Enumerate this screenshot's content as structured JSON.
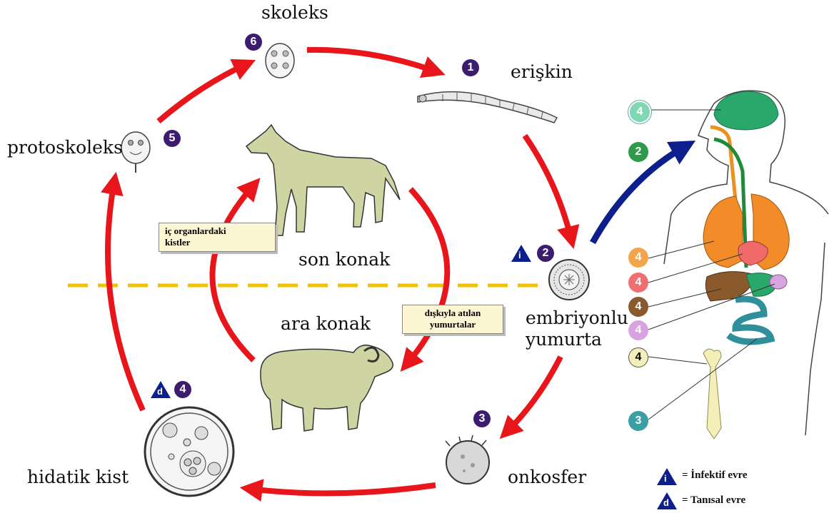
{
  "labels": {
    "skoleks": "skoleks",
    "eriskin": "erişkin",
    "protoskoleks": "protoskoleks",
    "son_konak": "son konak",
    "ara_konak": "ara konak",
    "embriyonlu": "embriyonlu",
    "yumurta": "yumurta",
    "onkosfer": "onkosfer",
    "hidatik_kist": "hidatik kist"
  },
  "boxes": {
    "ic_organ_line1": "iç organlardaki",
    "ic_organ_line2": "kistler",
    "diski_line1": "dışkıyla atılan",
    "diski_line2": "yumurtalar"
  },
  "stage_numbers": {
    "n1": "1",
    "n2": "2",
    "n3": "3",
    "n4": "4",
    "n5": "5",
    "n6": "6",
    "body_top": "4",
    "body_arrow": "2",
    "body_lung": "4",
    "body_heart": "4",
    "body_liver": "4",
    "body_spleen": "4",
    "body_bone": "4",
    "body_intestine": "3"
  },
  "legend": {
    "infective_symbol": "i",
    "infective_text": "= İnfektif evre",
    "diagnostic_symbol": "d",
    "diagnostic_text": "= Tanısal evre"
  },
  "colors": {
    "cycle_arrow": "#e8161b",
    "human_arrow": "#0d1f8c",
    "stage_marker": "#3b1c6e",
    "host_line": "#f2c200",
    "animal": "#cfd4a3",
    "box_fill": "#fdf6d3"
  }
}
